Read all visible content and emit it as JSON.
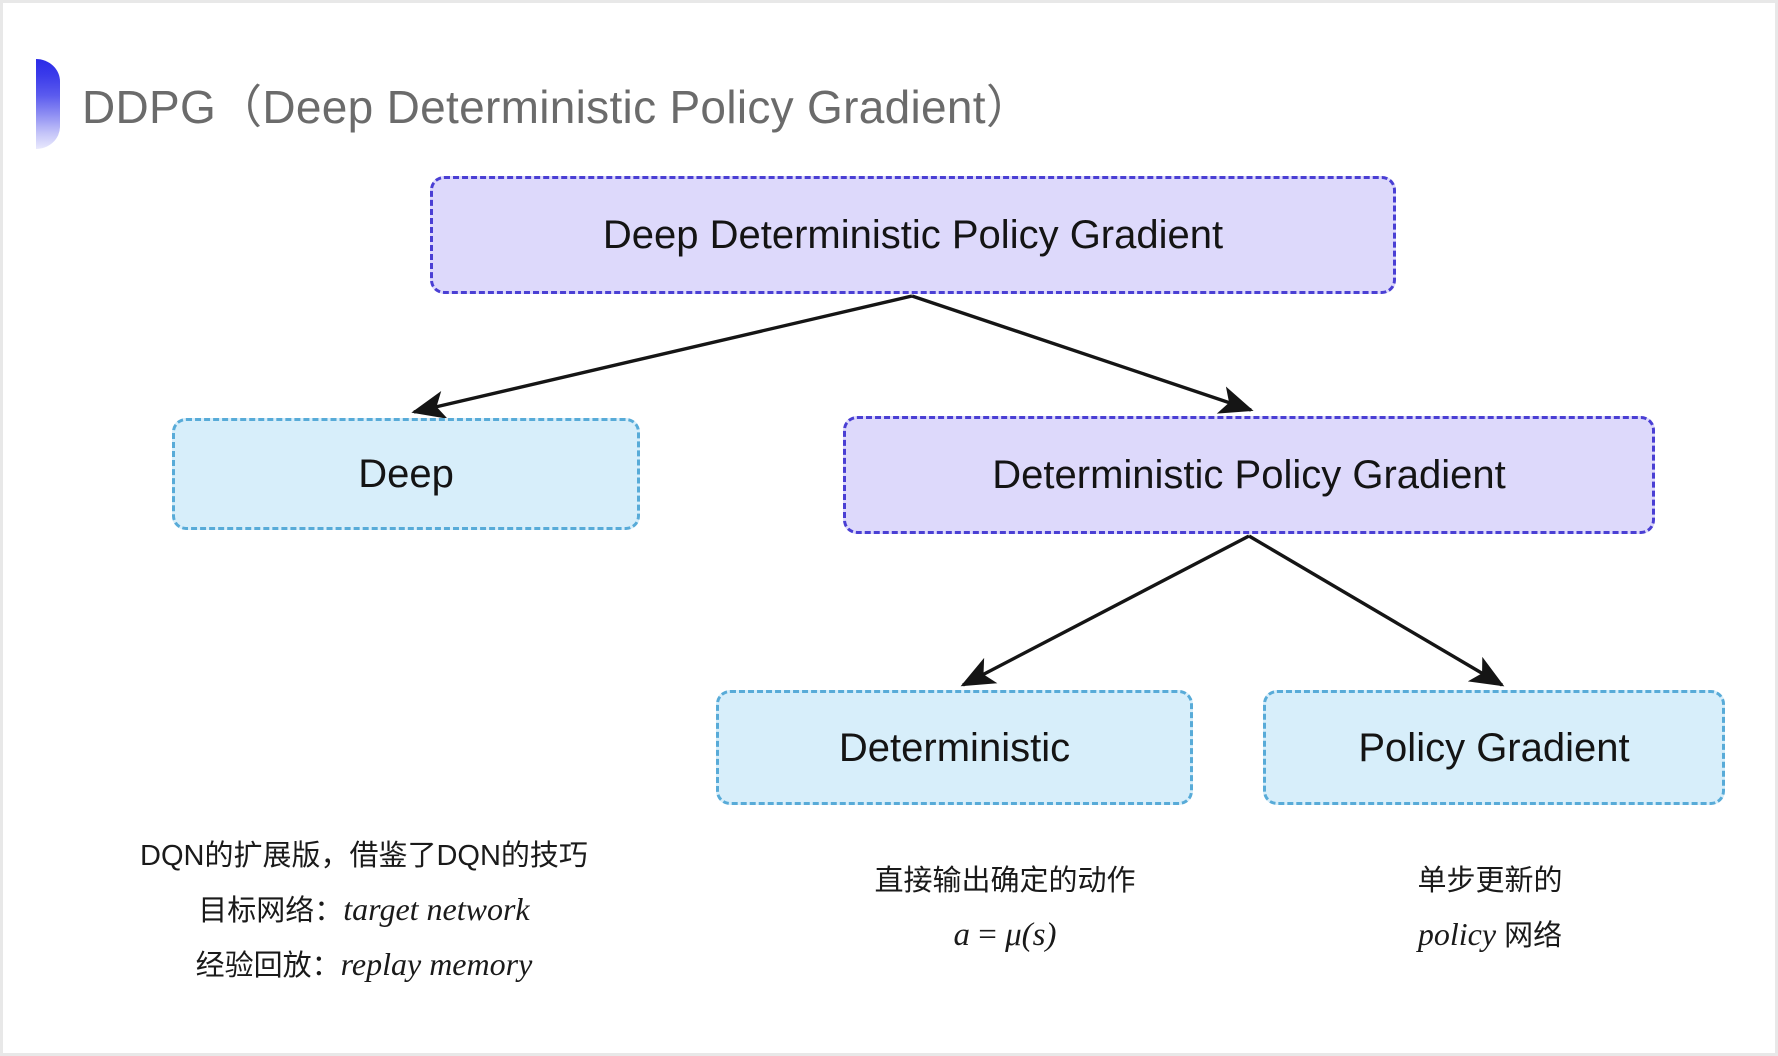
{
  "slide": {
    "title": "DDPG（Deep Deterministic Policy Gradient）",
    "bullet_icon": "half-circle-gradient-icon",
    "background_color": "#ffffff",
    "title_color": "#6b6b6b"
  },
  "palette": {
    "purple_fill": "#ddd9fb",
    "purple_border": "#4a3fd4",
    "cyan_fill": "#d7eefa",
    "cyan_border": "#58abd8",
    "arrow_color": "#1a1a1a",
    "text_color": "#141414"
  },
  "diagram": {
    "type": "tree",
    "nodes": {
      "root": {
        "label": "Deep Deterministic Policy Gradient",
        "style": "purple"
      },
      "deep": {
        "label": "Deep",
        "style": "cyan"
      },
      "dpg": {
        "label": "Deterministic Policy Gradient",
        "style": "purple"
      },
      "deterministic": {
        "label": "Deterministic",
        "style": "cyan"
      },
      "policy_gradient": {
        "label": "Policy Gradient",
        "style": "cyan"
      }
    },
    "edges": [
      {
        "from": "root",
        "to": "deep"
      },
      {
        "from": "root",
        "to": "dpg"
      },
      {
        "from": "dpg",
        "to": "deterministic"
      },
      {
        "from": "dpg",
        "to": "policy_gradient"
      }
    ]
  },
  "annotations": {
    "deep": {
      "line1": "DQN的扩展版，借鉴了DQN的技巧",
      "line2_label": "目标网络：",
      "line2_term": "target network",
      "line3_label": "经验回放：",
      "line3_term": "replay memory"
    },
    "deterministic": {
      "line1": "直接输出确定的动作",
      "formula_lhs": "a",
      "formula_op": " = ",
      "formula_rhs": "μ(s)"
    },
    "policy_gradient": {
      "line1": "单步更新的",
      "line2_term": "policy",
      "line2_tail": " 网络"
    }
  }
}
